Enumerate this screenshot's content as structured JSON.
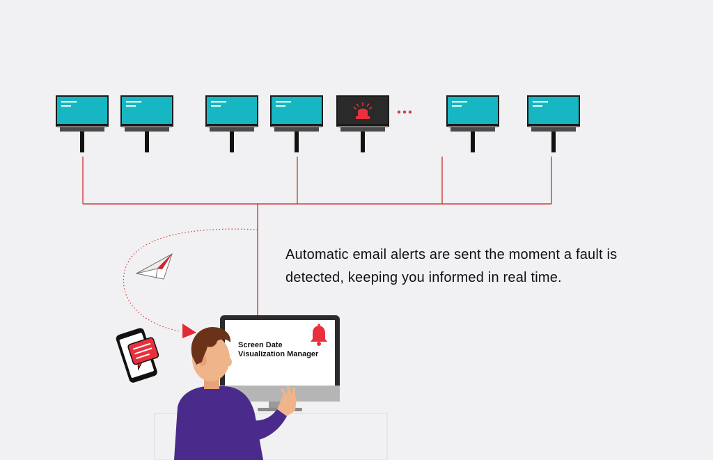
{
  "caption": {
    "line1": "Automatic email alerts are sent the moment a fault is",
    "line2": "detected, keeping you informed in real time."
  },
  "monitor_screen": {
    "line1": "Screen Date",
    "line2": "Visualization Manager"
  },
  "billboards": [
    {
      "status": "normal"
    },
    {
      "status": "normal"
    },
    {
      "status": "normal"
    },
    {
      "status": "normal"
    },
    {
      "status": "alert"
    },
    {
      "status": "normal"
    },
    {
      "status": "normal"
    }
  ],
  "colors": {
    "background": "#f1f0f2",
    "screen": "#16b7c2",
    "screen_alert": "#2a2a2a",
    "alert_red": "#e8313d",
    "line_red": "#d23a3a",
    "person_shirt": "#4a2a8a"
  },
  "icons": [
    "billboard-icon",
    "siren-icon",
    "paper-plane-icon",
    "phone-message-icon",
    "bell-icon",
    "computer-monitor-icon",
    "person-icon"
  ]
}
